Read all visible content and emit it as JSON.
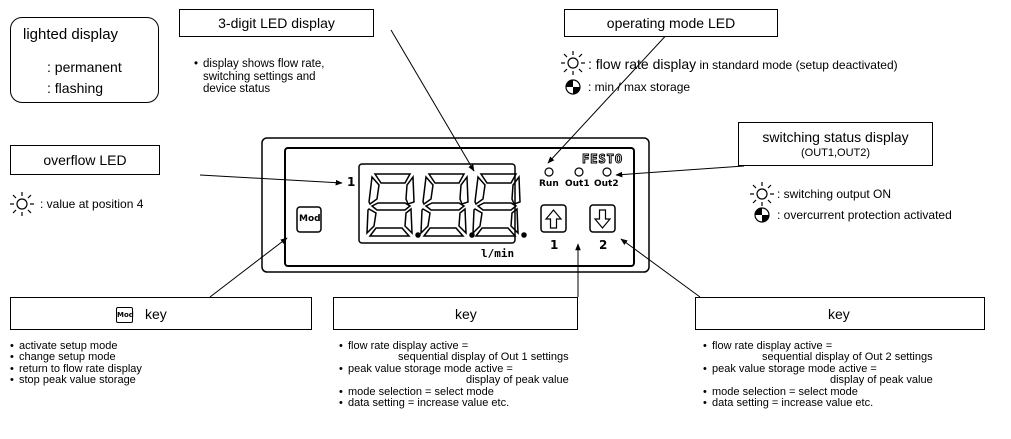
{
  "lighted_display": {
    "title": "lighted display",
    "permanent": ": permanent",
    "flashing": ": flashing"
  },
  "led_display": {
    "title": "3-digit LED display",
    "desc": [
      "display shows flow rate,",
      "switching settings and",
      "device status"
    ]
  },
  "operating_mode": {
    "title": "operating mode LED",
    "line1_a": ": flow rate display",
    "line1_b": " in standard mode (setup deactivated)",
    "line2": ": min / max storage"
  },
  "overflow": {
    "title": "overflow LED",
    "desc": ": value at position 4"
  },
  "switching_status": {
    "title": "switching status display",
    "subtitle": "(OUT1,OUT2)",
    "line1": ": switching output ON",
    "line2": ": overcurrent protection activated"
  },
  "device": {
    "brand": "FESTO",
    "mod_label": "Mod",
    "overflow_digit": "1",
    "digits": "8.8.8.",
    "unit": "l/min",
    "led_labels": [
      "Run",
      "Out1",
      "Out2"
    ],
    "key_numbers": [
      "1",
      "2"
    ]
  },
  "mod_key": {
    "icon_label": "Mod",
    "title": "key",
    "items": [
      "activate setup mode",
      "change setup mode",
      "return to flow rate display",
      "stop peak value storage"
    ]
  },
  "up_key": {
    "title": "key",
    "items": [
      [
        "flow rate display active =",
        "sequential display of Out 1 settings"
      ],
      [
        "peak value storage mode active =",
        "display of peak value"
      ],
      [
        "mode selection = select mode"
      ],
      [
        "data setting = increase value etc."
      ]
    ]
  },
  "down_key": {
    "title": "key",
    "items": [
      [
        "flow rate display active =",
        "sequential display of Out 2 settings"
      ],
      [
        "peak value storage mode active =",
        "display of peak value"
      ],
      [
        "mode selection = select mode"
      ],
      [
        "data setting = increase value etc."
      ]
    ]
  },
  "colors": {
    "line": "#000000",
    "background": "#ffffff"
  }
}
